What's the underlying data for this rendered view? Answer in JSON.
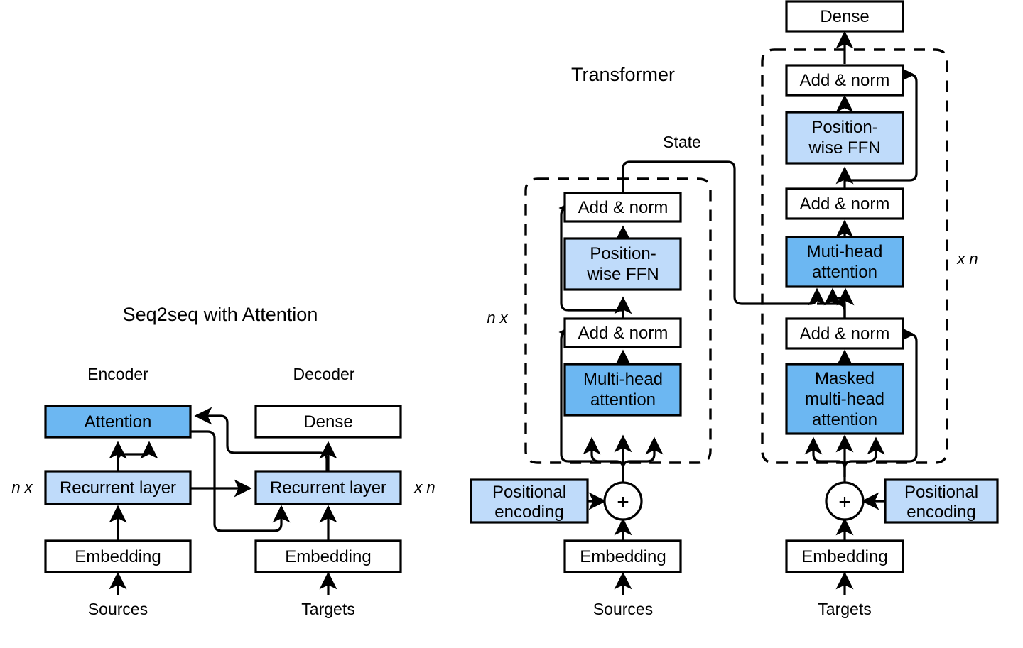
{
  "figure": {
    "left_title": "Seq2seq with Attention",
    "right_title": "Transformer",
    "colors": {
      "attention_blue": "#6cb7f2",
      "light_blue": "#bfdbfa",
      "box_white": "#ffffff",
      "stroke": "#000000",
      "background": "#ffffff"
    }
  },
  "seq2seq": {
    "title": "Seq2seq with Attention",
    "encoder_caption": "Encoder",
    "decoder_caption": "Decoder",
    "repeat_left": "n x",
    "repeat_right": "x n",
    "encoder": {
      "attention": "Attention",
      "recurrent": "Recurrent layer",
      "embedding": "Embedding",
      "input": "Sources"
    },
    "decoder": {
      "dense": "Dense",
      "recurrent": "Recurrent layer",
      "embedding": "Embedding",
      "input": "Targets"
    }
  },
  "transformer": {
    "title": "Transformer",
    "state_label": "State",
    "repeat_encoder": "n x",
    "repeat_decoder": "x n",
    "encoder": {
      "add_norm_top": "Add & norm",
      "ffn": "Position-\nwise FFN",
      "ffn_line1": "Position-",
      "ffn_line2": "wise FFN",
      "add_norm_bottom": "Add & norm",
      "attention_line1": "Multi-head",
      "attention_line2": "attention",
      "positional": "Positional\nencoding",
      "positional_line1": "Positional",
      "positional_line2": "encoding",
      "plus": "+",
      "embedding": "Embedding",
      "input": "Sources"
    },
    "decoder": {
      "dense": "Dense",
      "add_norm_top": "Add & norm",
      "ffn_line1": "Position-",
      "ffn_line2": "wise FFN",
      "add_norm_mid": "Add & norm",
      "cross_attention_line1": "Muti-head",
      "cross_attention_line2": "attention",
      "add_norm_bottom": "Add & norm",
      "masked_attention_line1": "Masked",
      "masked_attention_line2": "multi-head",
      "masked_attention_line3": "attention",
      "positional_line1": "Positional",
      "positional_line2": "encoding",
      "plus": "+",
      "embedding": "Embedding",
      "input": "Targets"
    }
  }
}
